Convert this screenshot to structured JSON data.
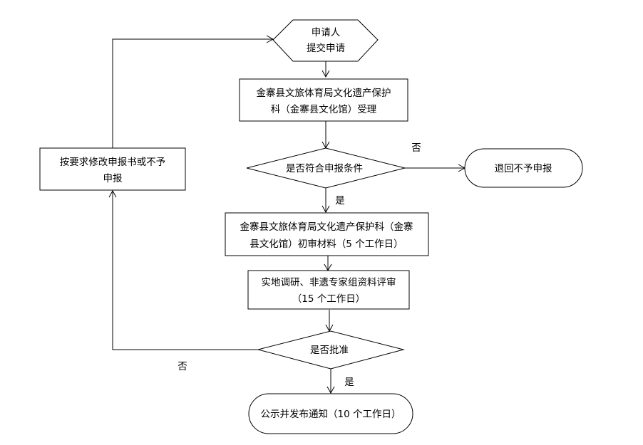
{
  "nodes": {
    "start": {
      "lines": [
        "申请人",
        "提交申请"
      ]
    },
    "accept": {
      "lines": [
        "金寨县文旅体育局文化遗产保护",
        "科（金寨县文化馆）受理"
      ]
    },
    "check": {
      "lines": [
        "是否符合申报条件"
      ]
    },
    "reject": {
      "lines": [
        "退回不予申报"
      ]
    },
    "revise": {
      "lines": [
        "按要求修改申报书或不予",
        "申报"
      ]
    },
    "review": {
      "lines": [
        "金寨县文旅体育局文化遗产保护科（金寨",
        "县文化馆）初审材料（5 个工作日）"
      ]
    },
    "survey": {
      "lines": [
        "实地调研、非遗专家组资料评审",
        "（15 个工作日）"
      ]
    },
    "approve": {
      "lines": [
        "是否批准"
      ]
    },
    "publish": {
      "lines": [
        "公示并发布通知（10 个工作日）"
      ]
    }
  },
  "edge_labels": {
    "check_no": "否",
    "check_yes": "是",
    "approve_no": "否",
    "approve_yes": "是"
  }
}
